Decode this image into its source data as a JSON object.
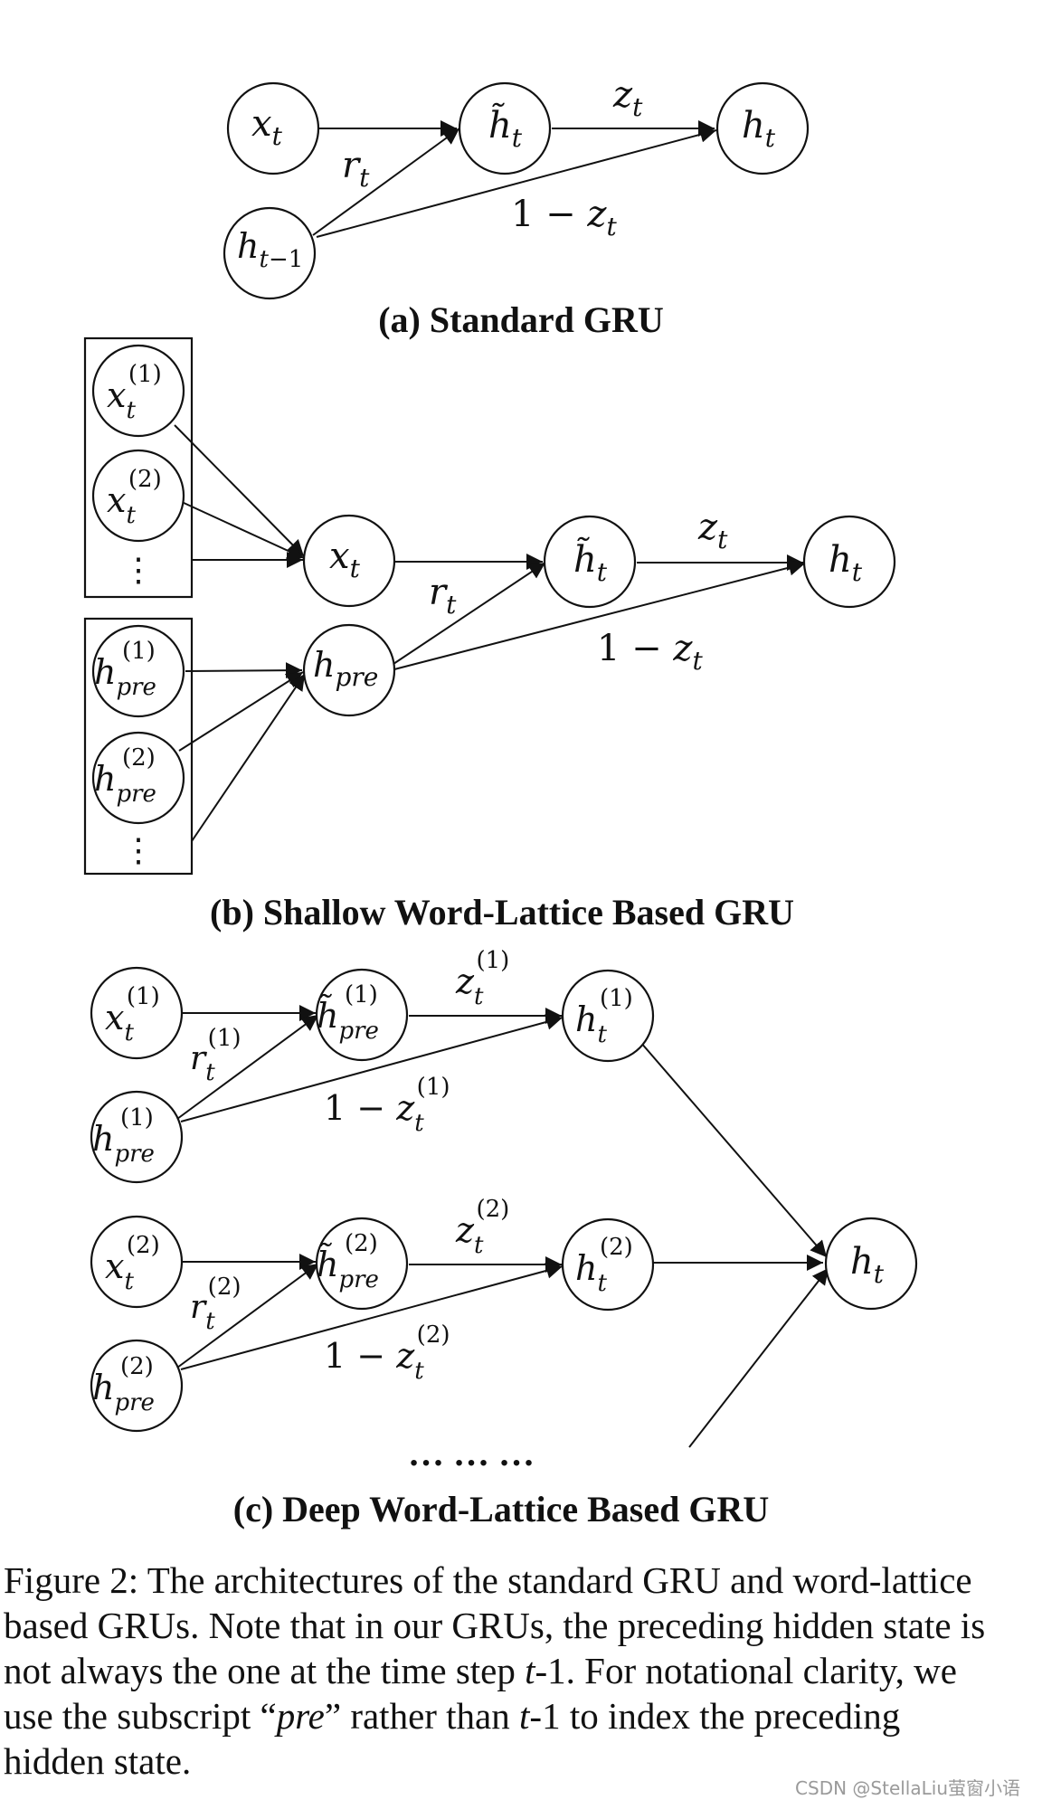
{
  "panels": {
    "a": {
      "caption": "(a) Standard GRU"
    },
    "b": {
      "caption": "(b) Shallow Word-Lattice Based GRU"
    },
    "c": {
      "caption": "(c) Deep Word-Lattice Based GRU",
      "ellipsis": "… … …"
    }
  },
  "figure_caption": {
    "lead": "Figure 2:  The architectures of the standard GRU and word-lattice based GRUs. Note that in our GRUs, the preceding hidden state is not always the one at the time step ",
    "t1": "t",
    "mid1": "-1. For notational clarity, we use the subscript “",
    "pre": "pre",
    "mid2": "” rather than ",
    "t2": "t",
    "tail": "-1 to index the preceding hidden state."
  },
  "watermark": "CSDN @StellaLiu萤窗小语"
}
